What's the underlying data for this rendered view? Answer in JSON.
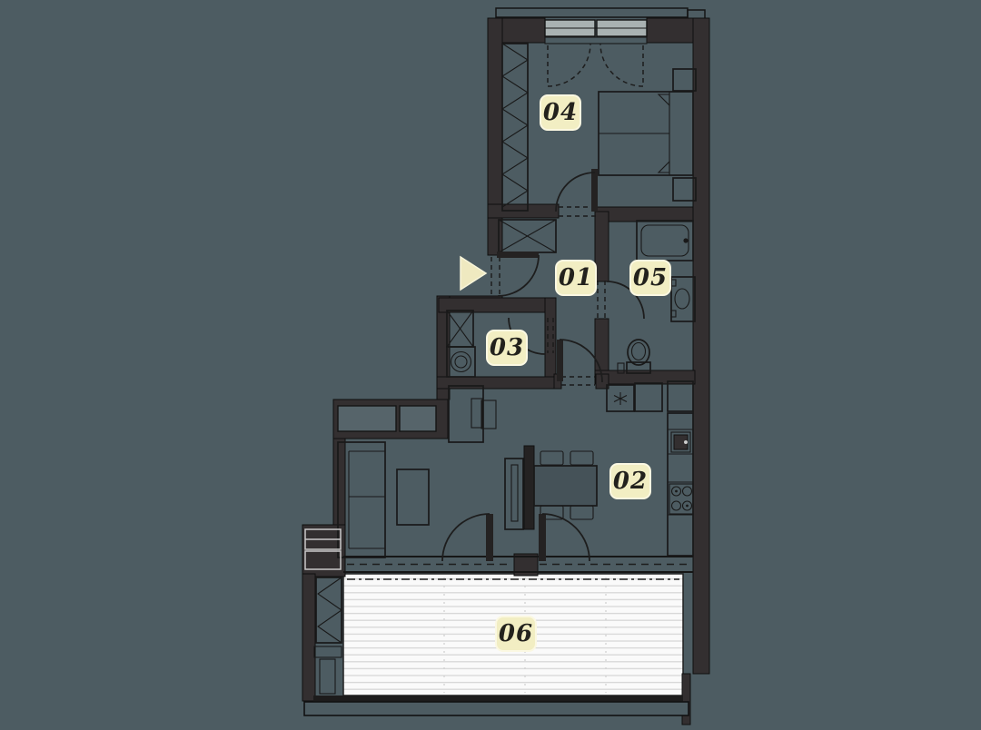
{
  "plan": {
    "rooms": [
      {
        "id": "room-04",
        "label": "04"
      },
      {
        "id": "room-01",
        "label": "01"
      },
      {
        "id": "room-05",
        "label": "05"
      },
      {
        "id": "room-03",
        "label": "03"
      },
      {
        "id": "room-02",
        "label": "02"
      },
      {
        "id": "room-06",
        "label": "06"
      }
    ],
    "entrance": {
      "icon": "entrance-arrow",
      "direction": "right"
    },
    "colors": {
      "background": "#4d5c62",
      "wall": "#332f30",
      "line": "#191919",
      "label_bg": "#f2eec3",
      "label_border": "#fbf8e2",
      "label_text": "#23221d",
      "deck": "#fafafa",
      "deck_stripe": "#d7d7d7",
      "window_light": "#a9b2b2",
      "window_dark": "#56646a",
      "arrow": "#efe9c0"
    }
  }
}
